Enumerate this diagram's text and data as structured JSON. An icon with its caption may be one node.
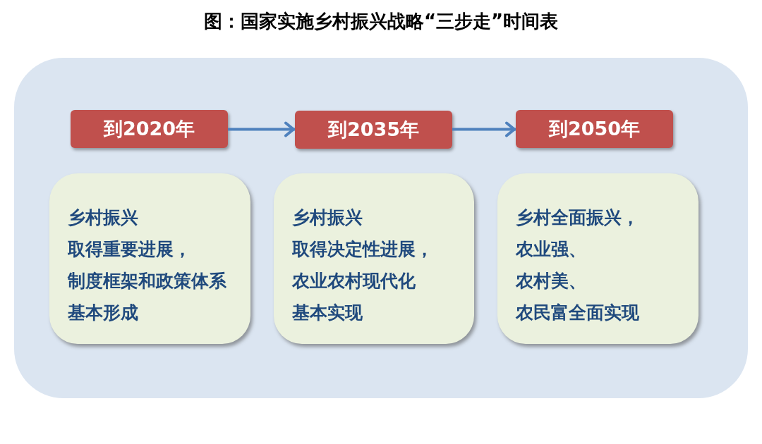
{
  "diagram": {
    "title": "图：国家实施乡村振兴战略“三步走”时间表",
    "nodes": [
      {
        "text": [],
        "shape": "box"
      },
      {
        "text": [
          "到2020年"
        ],
        "in": 0
      },
      {
        "text": [
          "到2035年"
        ],
        "in": 0
      },
      {
        "text": [
          "到2050年"
        ],
        "in": 0
      },
      {
        "text": [
          "乡村振兴",
          "取得重要进展，",
          "制度框架和政策体系",
          "基本形成"
        ],
        "in": 0
      },
      {
        "text": [
          "乡村振兴",
          "取得决定性进展，",
          "农业农村现代化",
          "基本实现"
        ],
        "in": 0
      },
      {
        "text": [
          "乡村全面振兴，",
          "农业强、",
          "农村美、",
          "农民富全面实现"
        ],
        "in": 0
      }
    ],
    "edges": [
      {
        "from": 1,
        "to": 2,
        "arrow": "to"
      },
      {
        "from": 2,
        "to": 3,
        "arrow": "to"
      }
    ]
  }
}
